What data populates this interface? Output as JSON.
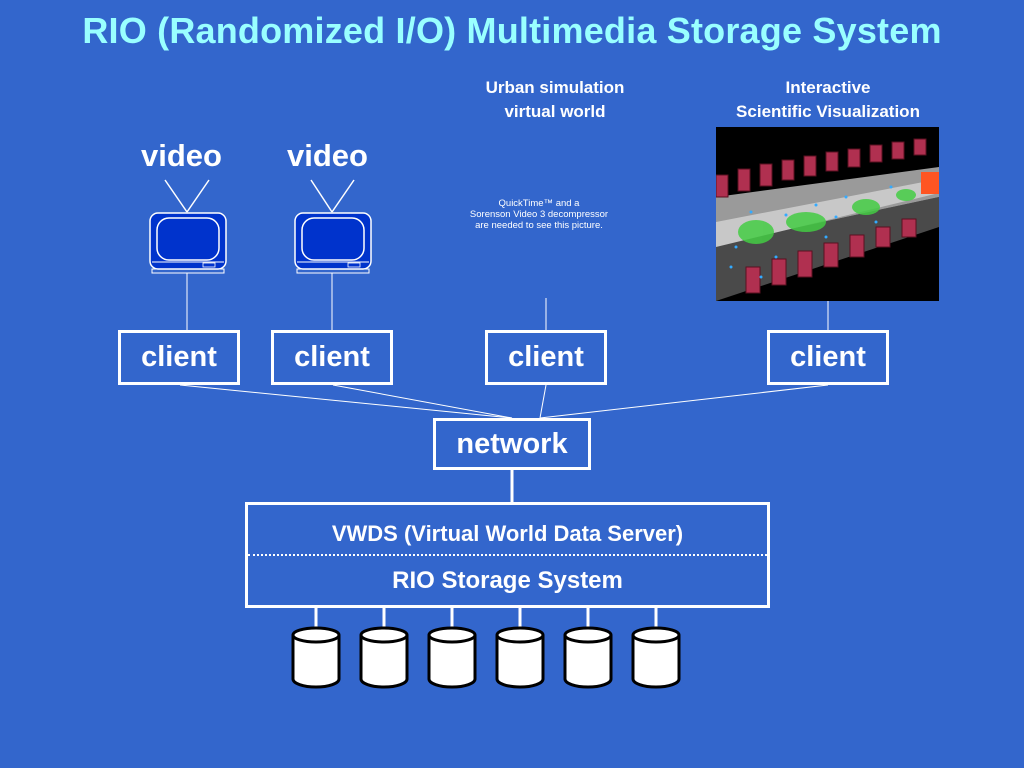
{
  "title": "RIO (Randomized I/O) Multimedia Storage System",
  "captions": {
    "urban_line1": "Urban simulation",
    "urban_line2": "virtual world",
    "vis_line1": "Interactive",
    "vis_line2": "Scientific Visualization"
  },
  "video_labels": [
    "video",
    "video"
  ],
  "quicktime_note": {
    "line1": "QuickTime™ and a",
    "line2": "Sorenson Video 3 decompressor",
    "line3": "are needed to see this picture."
  },
  "clients": [
    "client",
    "client",
    "client",
    "client"
  ],
  "network_label": "network",
  "server": {
    "vwds_label": "VWDS (Virtual World Data Server)",
    "rio_label": "RIO Storage System"
  },
  "disk_count": 6,
  "colors": {
    "background": "#3366cc",
    "title": "#99ffff",
    "foreground": "#ffffff",
    "tv_screen": "#0033cc"
  }
}
